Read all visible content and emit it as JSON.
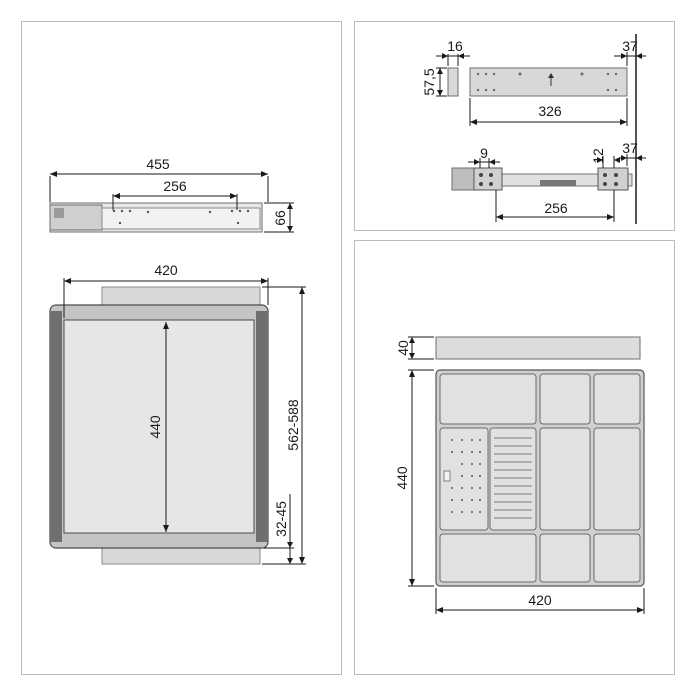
{
  "colors": {
    "line": "#1a1a1a",
    "frame": "#bfbfbf",
    "frame_dark": "#6f6f6f",
    "tray": "#d8d8d8",
    "tray_light": "#e4e4e4",
    "panel_border": "#bdbdbd"
  },
  "panel1": {
    "rail_length": "455",
    "rail_screw_spacing": "256",
    "rail_height": "66",
    "frame_width": "420",
    "frame_inner_depth": "440",
    "frame_total_depth": "562-588",
    "front_offset": "32-45"
  },
  "panel2": {
    "bracket_thickness": "16",
    "bracket_height": "57,5",
    "bracket_edge_offset": "37",
    "bracket_length": "326",
    "slide_front_offset": "9",
    "slide_rear_offset": "12",
    "slide_edge_offset": "37",
    "slide_screw_spacing": "256"
  },
  "panel3": {
    "tray_height": "40",
    "tray_depth": "440",
    "tray_width": "420"
  }
}
